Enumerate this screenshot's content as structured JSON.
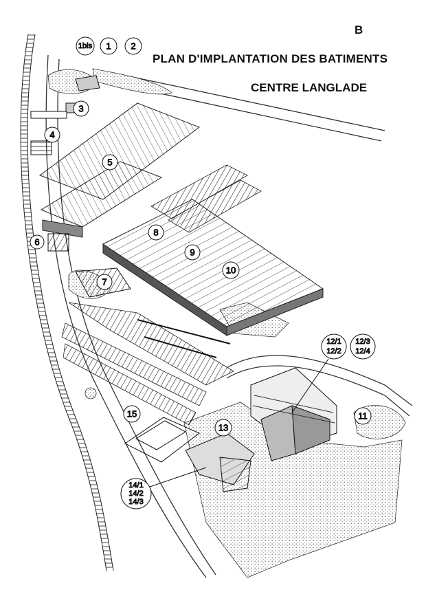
{
  "header": {
    "sheet_letter": "B",
    "title": "PLAN D'IMPLANTATION DES BATIMENTS",
    "subtitle": "CENTRE LANGLADE"
  },
  "labels": {
    "b1bis": "1bis",
    "b1": "1",
    "b2": "2",
    "b3": "3",
    "b4": "4",
    "b5": "5",
    "b6": "6",
    "b7": "7",
    "b8": "8",
    "b9": "9",
    "b10": "10",
    "b11": "11",
    "b12a_1": "12/1",
    "b12a_2": "12/2",
    "b12b_1": "12/3",
    "b12b_2": "12/4",
    "b13": "13",
    "b14_1": "14/1",
    "b14_2": "14/2",
    "b14_3": "14/3",
    "b15": "15"
  }
}
